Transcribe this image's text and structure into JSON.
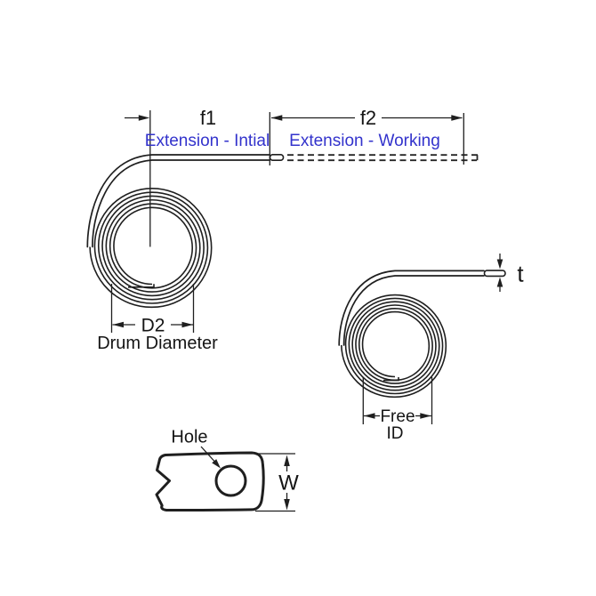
{
  "diagram": {
    "type": "spring-engineering-drawing",
    "labels": {
      "f1": "f1",
      "f1_caption": "Extension - Intial",
      "f2": "f2",
      "f2_caption": "Extension - Working",
      "d2": "D2",
      "d2_caption": "Drum Diameter",
      "free_id_line1": "Free",
      "free_id_line2": "ID",
      "thickness": "t",
      "width": "W",
      "hole": "Hole"
    },
    "colors": {
      "line": "#1f1f1f",
      "caption_blue": "#3333cc",
      "background": "#ffffff"
    }
  }
}
